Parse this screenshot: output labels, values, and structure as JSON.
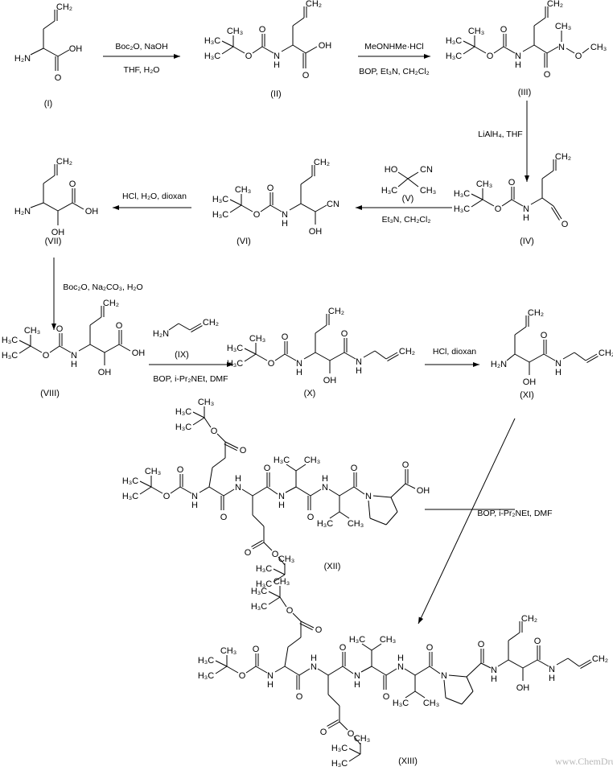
{
  "atoms": {
    "h3c": "H₃C",
    "ch3": "CH₃",
    "ch2": "CH₂",
    "o": "O",
    "n": "N",
    "h": "H",
    "oh": "OH",
    "ho": "HO",
    "h2n": "H₂N",
    "cn": "CN"
  },
  "compounds": {
    "I": "(I)",
    "II": "(II)",
    "III": "(III)",
    "IV": "(IV)",
    "V": "(V)",
    "VI": "(VI)",
    "VII": "(VII)",
    "VIII": "(VIII)",
    "IX": "(IX)",
    "X": "(X)",
    "XI": "(XI)",
    "XII": "(XII)",
    "XIII": "(XIII)"
  },
  "reagents": {
    "step1_top": "Boc₂O, NaOH",
    "step1_bottom": "THF, H₂O",
    "step2_top": "MeONHMe·HCl",
    "step2_bottom": "BOP, Et₃N, CH₂Cl₂",
    "step3": "LiAlH₄, THF",
    "step4_bottom": "Et₃N, CH₂Cl₂",
    "step5": "HCl, H₂O, dioxan",
    "step6": "Boc₂O, Na₂CO₃, H₂O",
    "step7_bottom": "BOP, i-Pr₂NEt, DMF",
    "step8": "HCl, dioxan",
    "step9": "BOP, i-Pr₂NEt, DMF"
  },
  "watermark": "www.ChemDrug.com"
}
